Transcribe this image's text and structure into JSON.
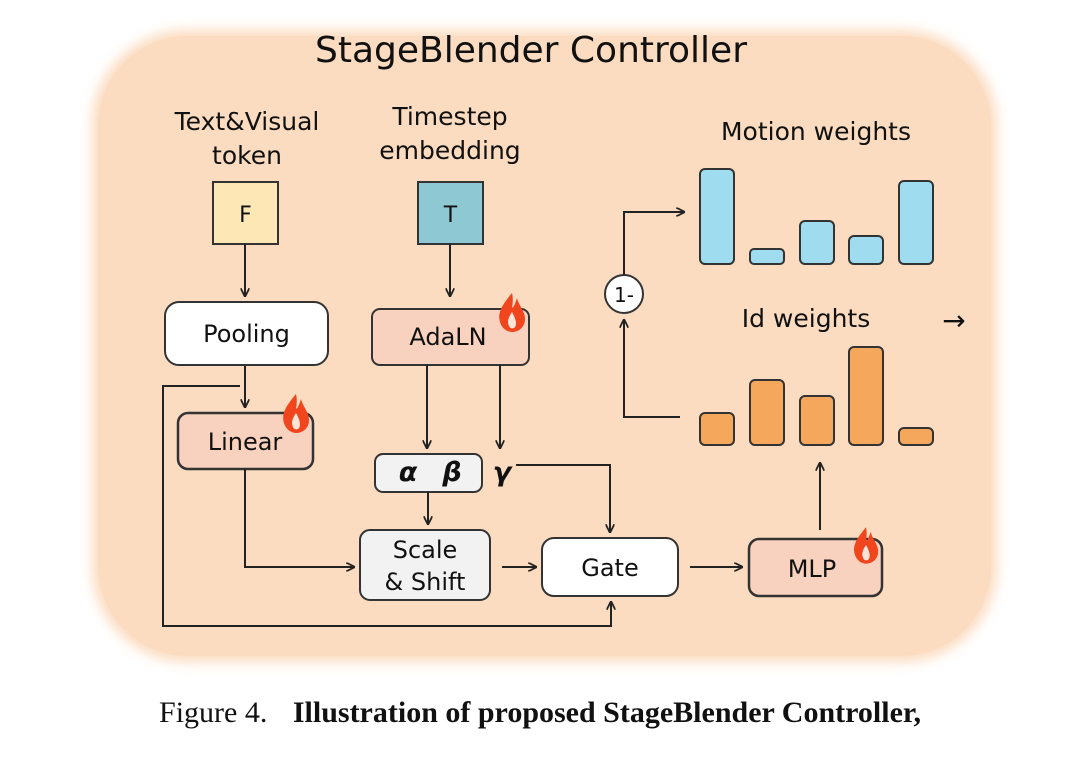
{
  "diagram": {
    "title": "StageBlender Controller",
    "inputs": {
      "text_visual_label_line1": "Text&Visual",
      "text_visual_label_line2": "token",
      "timestep_label_line1": "Timestep",
      "timestep_label_line2": "embedding",
      "f_symbol": "F",
      "t_symbol": "T"
    },
    "blocks": {
      "pooling": "Pooling",
      "adaln": "AdaLN",
      "linear": "Linear",
      "alpha": "α",
      "beta": "β",
      "gamma": "γ",
      "scale_line1": "Scale",
      "scale_line2": "& Shift",
      "gate": "Gate",
      "mlp": "MLP",
      "one_minus": "1-"
    },
    "outputs": {
      "motion_weights_label": "Motion weights",
      "id_weights_label": "Id weights",
      "arrow_glyph": "→"
    },
    "colors": {
      "panel": "#fbdcc0",
      "f_box": "#fde7b5",
      "t_box": "#8ec9d3",
      "trainable_block": "#f9d2bf",
      "coef_box": "#f2f2f2",
      "motion_bar": "#9fdcef",
      "id_bar": "#f5a85c",
      "flame": "#f0451d"
    }
  },
  "caption": {
    "label": "Figure 4.",
    "text": "Illustration of proposed StageBlender Controller,"
  }
}
